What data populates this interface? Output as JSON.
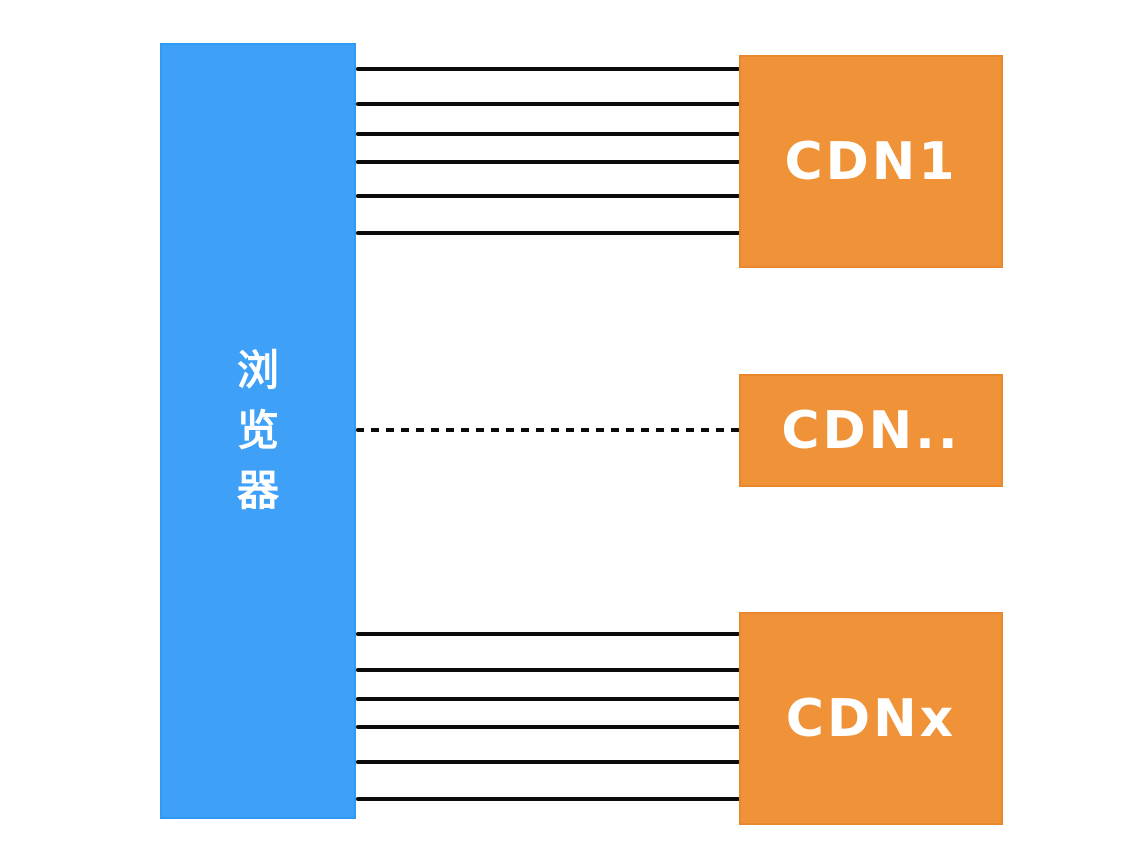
{
  "diagram": {
    "title": "browser-to-multiple-cdn-connections",
    "colors": {
      "background": "#ffffff",
      "browser_fill": "#3FA0F7",
      "browser_border": "#2E9AF3",
      "cdn_fill": "#EF9238",
      "cdn_border": "#E8872B",
      "line_color": "#0b0b0b",
      "label_text": "#ffffff"
    },
    "browser": {
      "label": "浏览器",
      "label_chars": [
        "浏",
        "览",
        "器"
      ]
    },
    "nodes": [
      {
        "id": "cdn1",
        "label": "CDN1"
      },
      {
        "id": "cdn-mid",
        "label": "CDN.."
      },
      {
        "id": "cdnx",
        "label": "CDNx"
      }
    ],
    "connections": [
      {
        "to": "cdn1",
        "style": "solid",
        "count": 6,
        "ys": [
          69,
          104,
          134,
          162,
          196,
          233
        ]
      },
      {
        "to": "cdn-mid",
        "style": "dashed",
        "count": 1,
        "ys": [
          430
        ]
      },
      {
        "to": "cdnx",
        "style": "solid",
        "count": 6,
        "ys": [
          634,
          670,
          699,
          727,
          762,
          799
        ]
      }
    ]
  }
}
